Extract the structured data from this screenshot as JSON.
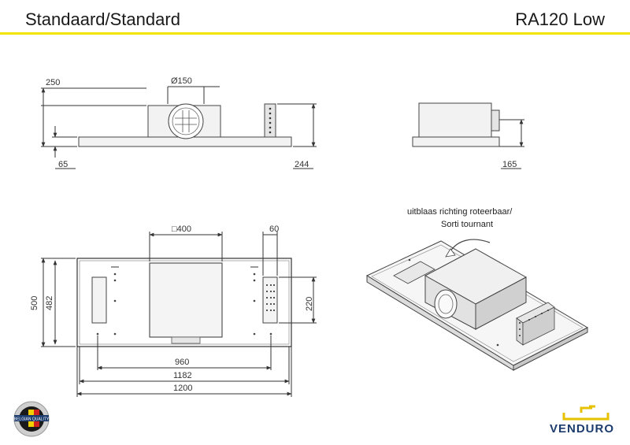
{
  "header": {
    "title_left": "Standaard/Standard",
    "title_right": "RA120 Low",
    "accent_color": "#f2e600"
  },
  "front_view": {
    "dim_left_top": "250",
    "dim_duct": "Ø150",
    "dim_left_bottom": "65",
    "dim_right": "244"
  },
  "side_view": {
    "dim_right": "165"
  },
  "top_view": {
    "dim_cutout": "□400",
    "dim_filter_width": "60",
    "dim_total_depth": "500",
    "dim_inner_depth": "482",
    "dim_filter_height": "220",
    "dim_hole_distance": "960",
    "dim_inner_width": "1182",
    "dim_total_width": "1200"
  },
  "iso_view": {
    "note_line1": "uitblaas richting roteerbaar/",
    "note_line2": "Sorti tournant"
  },
  "footer": {
    "brand": "VENDURO",
    "badge_text": "BELGIAN QUALITY",
    "brand_color": "#1d3c6e",
    "logo_color": "#e6c200"
  }
}
